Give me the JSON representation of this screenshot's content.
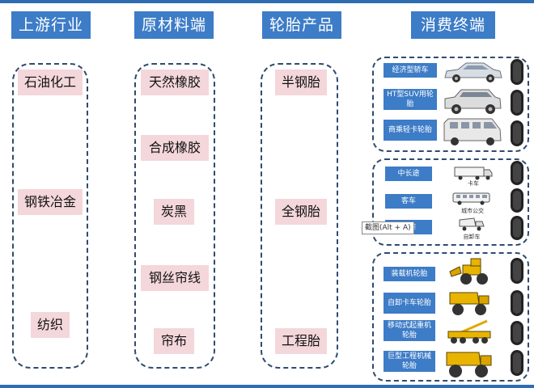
{
  "columns": [
    {
      "header": "上游行业",
      "items": [
        "石油化工",
        "钢铁冶金",
        "纺织"
      ]
    },
    {
      "header": "原材料端",
      "items": [
        "天然橡胶",
        "合成橡胶",
        "炭黑",
        "钢丝帘线",
        "帘布"
      ]
    },
    {
      "header": "轮胎产品",
      "items": [
        "半钢胎",
        "全钢胎",
        "工程胎"
      ]
    },
    {
      "header": "消费终端"
    }
  ],
  "consumer": {
    "group1": [
      {
        "label": "经济型轿车"
      },
      {
        "label": "HT型SUV用轮胎"
      },
      {
        "label": "商乘轻卡轮胎"
      }
    ],
    "group2": [
      {
        "label": "中长途",
        "caption": "卡车"
      },
      {
        "label": "客车",
        "caption": "城市公交"
      },
      {
        "label": "短途",
        "caption": "自卸车"
      }
    ],
    "group3": [
      {
        "label": "装载机轮胎"
      },
      {
        "label": "自卸卡车轮胎"
      },
      {
        "label": "移动式起重机轮胎"
      },
      {
        "label": "巨型工程机械轮胎"
      }
    ]
  },
  "tooltip": "截图(Alt + A)",
  "colors": {
    "accent": "#3d7cc7",
    "pink": "#f4d7db",
    "border": "#2f4b6e"
  }
}
